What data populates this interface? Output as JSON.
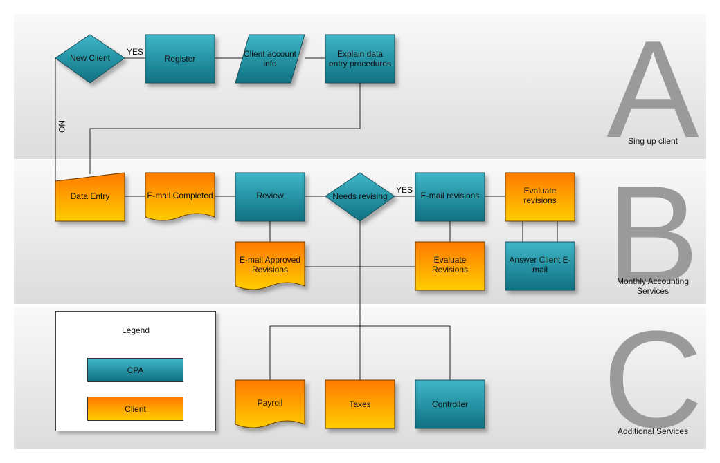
{
  "lanes": {
    "a": {
      "letter": "A",
      "label": "Sing up client"
    },
    "b": {
      "letter": "B",
      "label": "Monthly Accounting Services"
    },
    "c": {
      "letter": "C",
      "label": "Additional Services"
    }
  },
  "nodes": {
    "new_client": "New Client",
    "register": "Register",
    "client_account_info": "Client account info",
    "explain_procedures": "Explain data entry procedures",
    "data_entry": "Data Entry",
    "email_completed": "E-mail Completed",
    "review": "Review",
    "needs_revising": "Needs revising",
    "email_revisions": "E-mail revisions",
    "evaluate_revisions_top": "Evaluate revisions",
    "email_approved": "E-mail Approved Revisions",
    "evaluate_revisions_bottom": "Evaluate Revisions",
    "answer_client": "Answer Client E-mail",
    "payroll": "Payroll",
    "taxes": "Taxes",
    "controller": "Controller"
  },
  "edge_labels": {
    "yes_register": "YES",
    "no_data_entry": "NO",
    "yes_revisions": "YES"
  },
  "legend": {
    "title": "Legend",
    "cpa": "CPA",
    "client": "Client"
  },
  "colors": {
    "cpa_top": "#3fb6c8",
    "cpa_bottom": "#0f7081",
    "client_top": "#ff7a00",
    "client_bottom": "#ffcd00",
    "letter": "#9a9a9a"
  }
}
